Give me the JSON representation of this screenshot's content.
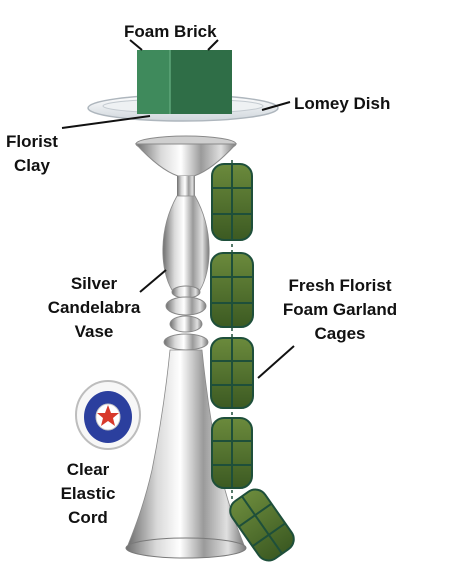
{
  "labels": {
    "foam_brick": "Foam Brick",
    "lomey_dish": "Lomey Dish",
    "florist_clay": [
      "Florist",
      "Clay"
    ],
    "silver_vase": [
      "Silver",
      "Candelabra",
      "Vase"
    ],
    "garland_cages": [
      "Fresh Florist",
      "Foam Garland",
      "Cages"
    ],
    "elastic_cord": [
      "Clear",
      "Elastic",
      "Cord"
    ]
  },
  "colors": {
    "foam_front": "#3f8a5c",
    "foam_side": "#2f6e47",
    "foam_top": "#5aa474",
    "silver_dark": "#6e6e6e",
    "silver_light": "#f2f2f2",
    "cage_wire": "#1e4f3a",
    "cage_foam": "#4f6b2e",
    "spool_blue": "#2b3f9e"
  },
  "icons": [
    "foam-brick-icon",
    "lomey-dish-icon",
    "candelabra-vase-icon",
    "garland-cage-icon",
    "elastic-cord-spool-icon"
  ]
}
